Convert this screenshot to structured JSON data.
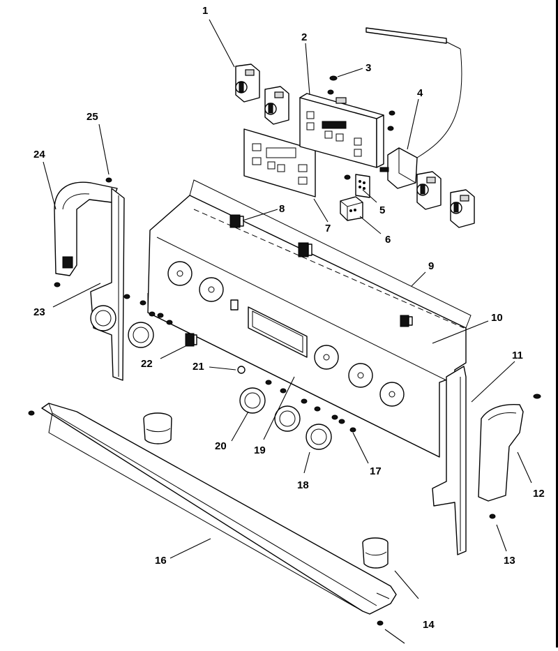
{
  "callouts": [
    {
      "id": "1",
      "label": "1"
    },
    {
      "id": "2",
      "label": "2"
    },
    {
      "id": "3",
      "label": "3"
    },
    {
      "id": "4",
      "label": "4"
    },
    {
      "id": "5",
      "label": "5"
    },
    {
      "id": "6",
      "label": "6"
    },
    {
      "id": "7",
      "label": "7"
    },
    {
      "id": "8",
      "label": "8"
    },
    {
      "id": "9",
      "label": "9"
    },
    {
      "id": "10",
      "label": "10"
    },
    {
      "id": "11",
      "label": "11"
    },
    {
      "id": "12",
      "label": "12"
    },
    {
      "id": "13",
      "label": "13"
    },
    {
      "id": "14",
      "label": "14"
    },
    {
      "id": "16",
      "label": "16"
    },
    {
      "id": "17",
      "label": "17"
    },
    {
      "id": "18",
      "label": "18"
    },
    {
      "id": "19",
      "label": "19"
    },
    {
      "id": "20",
      "label": "20"
    },
    {
      "id": "21",
      "label": "21"
    },
    {
      "id": "22",
      "label": "22"
    },
    {
      "id": "23",
      "label": "23"
    },
    {
      "id": "24",
      "label": "24"
    },
    {
      "id": "25",
      "label": "25"
    }
  ]
}
